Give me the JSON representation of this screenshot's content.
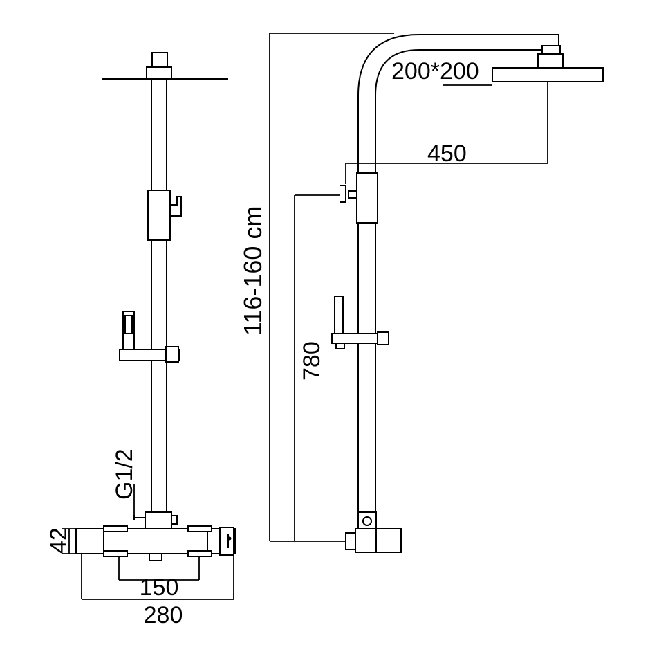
{
  "dimensions": {
    "head_size": "200*200",
    "arm_length": "450",
    "height_range": "116-160 cm",
    "diverter_height": "780",
    "inlet_thread": "G1/2",
    "valve_depth": "42",
    "inlet_spacing": "150",
    "valve_width": "280"
  }
}
